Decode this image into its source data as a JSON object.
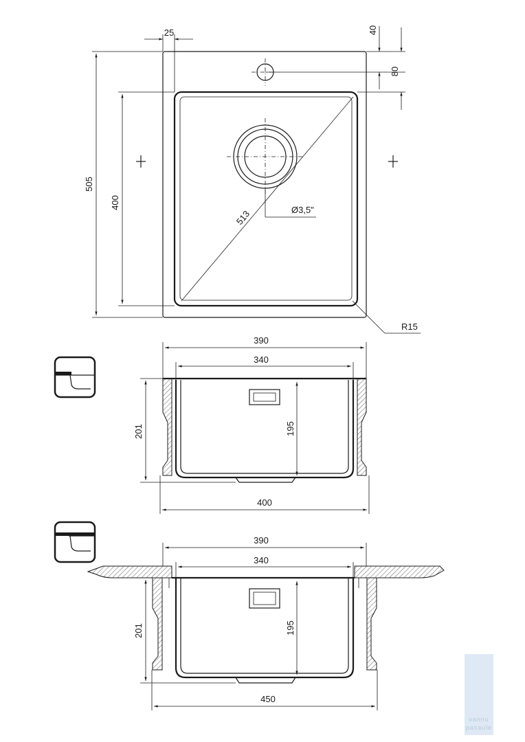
{
  "top_view": {
    "dim_outer_height": "505",
    "dim_bowl_height": "400",
    "dim_diagonal": "513",
    "dim_offset": "25",
    "dim_top_40": "40",
    "dim_top_80": "80",
    "drain": "Ø3,5\"",
    "radius": "R15"
  },
  "section_undermount": {
    "dim_top": "390",
    "dim_bowl": "340",
    "dim_height": "201",
    "dim_depth": "195",
    "dim_bottom": "400"
  },
  "section_inset": {
    "dim_top": "390",
    "dim_bowl": "340",
    "dim_height": "201",
    "dim_depth": "195",
    "dim_bottom": "450"
  },
  "watermark": {
    "line1": "vannu",
    "line2": "pasaule",
    "color": "#dfe9f5"
  }
}
